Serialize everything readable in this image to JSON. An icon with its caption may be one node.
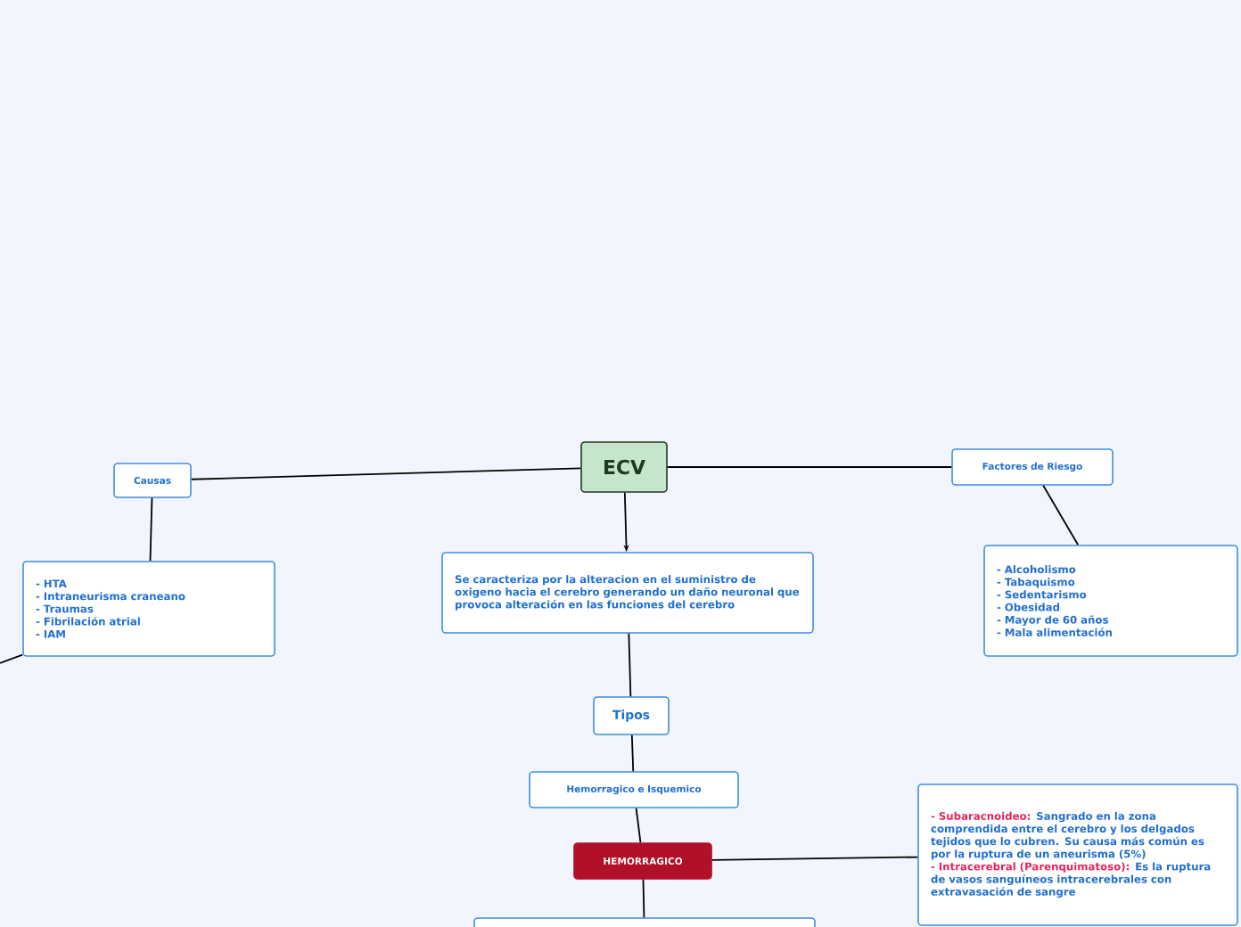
{
  "diagram": {
    "nodes": [
      {
        "text": [
          "ECV"
        ]
      },
      {
        "text": [
          "Causas"
        ]
      },
      {
        "text": [
          "Factores de Riesgo"
        ]
      },
      {
        "text": [
          "- HTA",
          "- Intraneurisma craneano",
          "- Traumas",
          "- Fibrilación atrial",
          "- IAM"
        ]
      },
      {
        "text": [
          "Se caracteriza por la alteracion en el suministro de oxigeno hacia el cerebro generando un daño neuronal que provoca alteración en las funciones del cerebro"
        ]
      },
      {
        "text": [
          "- Alcoholismo",
          "- Tabaquismo",
          "- Sedentarismo",
          "- Obesidad",
          "- Mayor de 60 años",
          "- Mala alimentación"
        ]
      },
      {
        "text": [
          "Tipos"
        ]
      },
      {
        "text": [
          "Hemorragico e Isquemico"
        ]
      },
      {
        "text": [
          "HEMORRAGICO"
        ]
      },
      {
        "text": [
          "- Subaracnoideo:",
          "Sangrado en la zona comprendida entre el cerebro y los delgados tejidos que lo cubren. Su causa más común es por la ruptura de un aneurisma (5%)",
          "- Intracerebral (Parenquimatoso):",
          "Es la ruptura de vasos sanguíneos intracerebrales con extravasación de sangre"
        ]
      },
      {
        "text": [],
        "shape": "box"
      }
    ],
    "edges": [
      {
        "from": 0,
        "to": 1,
        "arrow": "none"
      },
      {
        "from": 0,
        "to": 2,
        "arrow": "none"
      },
      {
        "from": 0,
        "to": 4,
        "arrow": "to"
      },
      {
        "from": 1,
        "to": 3,
        "arrow": "none"
      },
      {
        "from": 2,
        "to": 5,
        "arrow": "none"
      },
      {
        "from": null,
        "to": 3,
        "arrow": "none"
      },
      {
        "from": 4,
        "to": 6,
        "arrow": "none"
      },
      {
        "from": 6,
        "to": 7,
        "arrow": "none"
      },
      {
        "from": 7,
        "to": 8,
        "arrow": "none"
      },
      {
        "from": 8,
        "to": 9,
        "arrow": "none"
      },
      {
        "from": 8,
        "to": 10,
        "arrow": "none"
      }
    ]
  }
}
